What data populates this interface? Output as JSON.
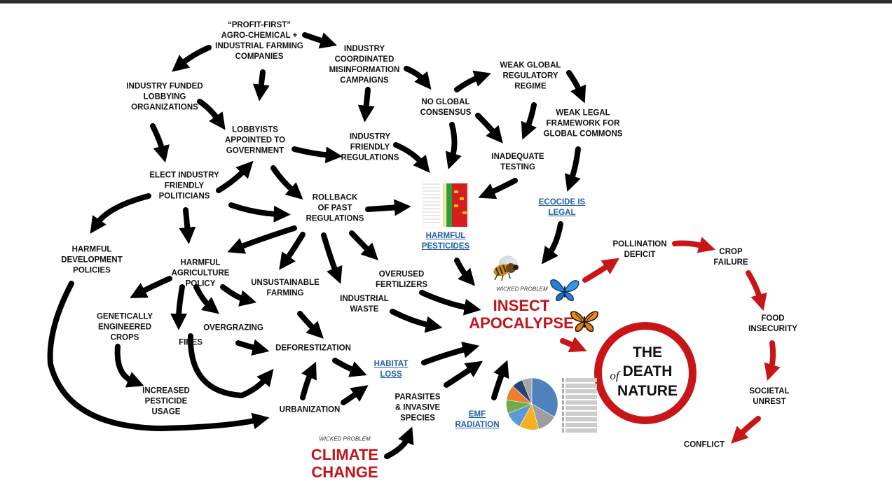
{
  "nodes": {
    "profit_first": "“PROFIT-FIRST”\nAGRO-CHEMICAL +\nINDUSTRIAL FARMING\nCOMPANIES",
    "misinformation": "INDUSTRY\nCOORDINATED\nMISINFORMATION\nCAMPAIGNS",
    "weak_global": "WEAK GLOBAL\nREGULATORY\nREGIME",
    "lobbying_orgs": "INDUSTRY FUNDED\nLOBBYING\nORGANIZATIONS",
    "no_consensus": "NO GLOBAL\nCONSENSUS",
    "weak_legal": "WEAK LEGAL\nFRAMEWORK FOR\nGLOBAL COMMONS",
    "lobbyists_gov": "LOBBYISTS\nAPPOINTED TO\nGOVERNMENT",
    "industry_regs": "INDUSTRY\nFRIENDLY\nREGULATIONS",
    "inadequate_testing": "INADEQUATE\nTESTING",
    "elect_politicians": "ELECT INDUSTRY\nFRIENDLY\nPOLITICIANS",
    "rollback": "ROLLBACK\nOF PAST\nREGULATIONS",
    "ecocide": "ECOCIDE IS\nLEGAL",
    "harmful_pesticides": "HARMFUL\nPESTICIDES",
    "harmful_dev": "HARMFUL\nDEVELOPMENT\nPOLICIES",
    "harmful_ag": "HARMFUL\nAGRICULTURE\nPOLICY",
    "unsustainable": "UNSUSTAINABLE\nFARMING",
    "overused_fert": "OVERUSED\nFERTILIZERS",
    "industrial_waste": "INDUSTRIAL\nWASTE",
    "pollination": "POLLINATION\nDEFICIT",
    "crop_failure": "CROP\nFAILURE",
    "ge_crops": "GENETICALLY\nENGINEERED\nCROPS",
    "overgrazing": "OVERGRAZING",
    "fires": "FIRES",
    "deforestization": "DEFORESTIZATION",
    "food_insecurity": "FOOD\nINSECURITY",
    "habitat_loss": "HABITAT\nLOSS",
    "increased_pesticide": "INCREASED\nPESTICIDE\nUSAGE",
    "parasites": "PARASITES\n& INVASIVE\nSPECIES",
    "societal_unrest": "SOCIETAL\nUNREST",
    "urbanization": "URBANIZATION",
    "emf": "EMF\nRADIATION",
    "conflict": "CONFLICT"
  },
  "wicked": {
    "label": "WICKED PROBLEM",
    "insect": "INSECT\nAPOCALYPSE",
    "climate": "CLIMATE\nCHANGE"
  },
  "death": {
    "the": "THE",
    "death": "DEATH",
    "of": "of",
    "nature": "NATURE"
  },
  "colors": {
    "black_arrow": "#000000",
    "red_arrow": "#c81518",
    "wicked_text": "#c0151b",
    "link": "#1f5fa8",
    "top_bar": "#2d2d2d"
  },
  "icons": [
    "bee-icon",
    "blue-butterfly-icon",
    "monarch-butterfly-icon"
  ]
}
